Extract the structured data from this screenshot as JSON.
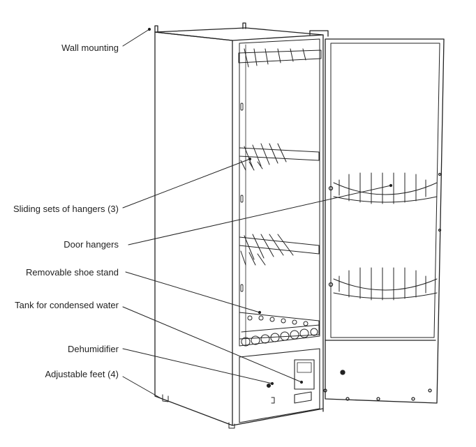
{
  "labels": {
    "wall_mounting": "Wall mounting",
    "sliding_hangers": "Sliding sets of hangers (3)",
    "door_hangers": "Door hangers",
    "shoe_stand": "Removable shoe stand",
    "tank": "Tank for condensed water",
    "dehumidifier": "Dehumidifier",
    "feet": "Adjustable feet (4)"
  },
  "colors": {
    "line": "#222222",
    "background": "#ffffff"
  }
}
